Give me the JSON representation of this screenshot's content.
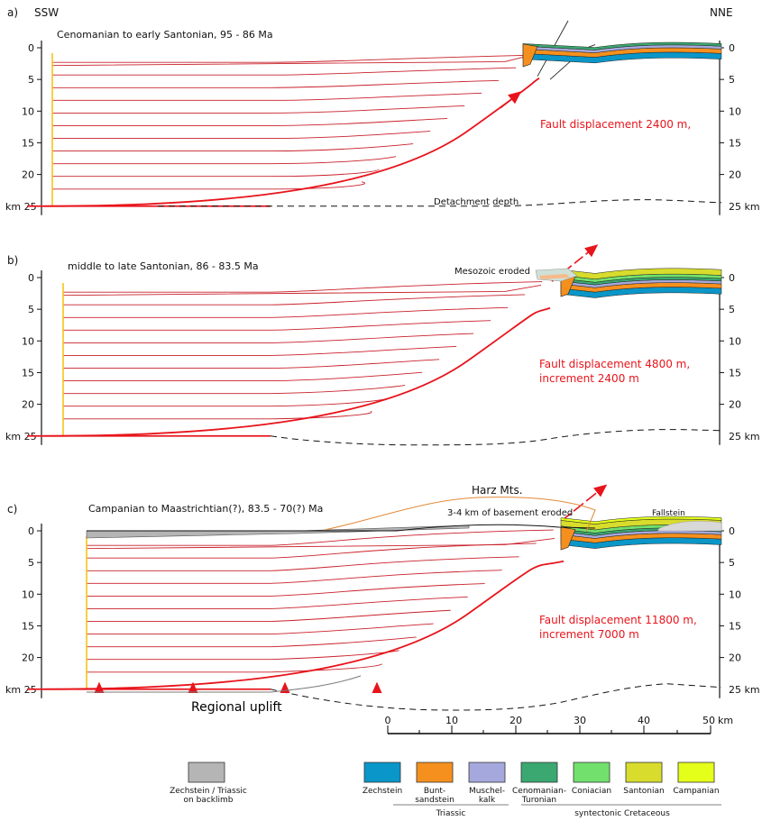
{
  "orientation": {
    "left": "SSW",
    "right": "NNE"
  },
  "panels": [
    {
      "letter": "a)",
      "title": "Cenomanian to early Santonian, 95 - 86 Ma",
      "fault_text": [
        "Fault displacement 2400 m,"
      ],
      "note": "Detachment depth"
    },
    {
      "letter": "b)",
      "title": "middle to late Santonian, 86 - 83.5 Ma",
      "fault_text": [
        "Fault displacement 4800 m,",
        "increment  2400 m"
      ],
      "note": "Mesozoic eroded"
    },
    {
      "letter": "c)",
      "title": "Campanian to Maastrichtian(?), 83.5 - 70(?) Ma",
      "fault_text": [
        "Fault displacement 11800 m,",
        "increment  7000 m"
      ],
      "note": "3-4 km of basement eroded",
      "harz": "Harz Mts.",
      "fallstein": "Fallstein",
      "uplift": "Regional uplift"
    }
  ],
  "depth_ticks": [
    "0",
    "5",
    "10",
    "15",
    "20"
  ],
  "depth_bottom": {
    "left": "km 25",
    "right": "25 km"
  },
  "scale": {
    "ticks": [
      "0",
      "10",
      "20",
      "30",
      "40"
    ],
    "last": "50",
    "unit": "km"
  },
  "legend": {
    "backlimb": {
      "label_lines": [
        "Zechstein / Triassic",
        "on backlimb"
      ],
      "color": "#b5b5b5"
    },
    "units": [
      {
        "lines": [
          "Zechstein"
        ],
        "color": "#0a96c8"
      },
      {
        "lines": [
          "Bunt-",
          "sandstein"
        ],
        "color": "#f5901e"
      },
      {
        "lines": [
          "Muschel-",
          "kalk"
        ],
        "color": "#a5a8dc"
      },
      {
        "lines": [
          "Cenomanian-",
          "Turonian"
        ],
        "color": "#3aa870"
      },
      {
        "lines": [
          "Coniacian"
        ],
        "color": "#72e06c"
      },
      {
        "lines": [
          "Santonian"
        ],
        "color": "#d8dc2c"
      },
      {
        "lines": [
          "Campanian"
        ],
        "color": "#e4ff1a"
      }
    ],
    "groups": {
      "triassic": "Triassic",
      "cretaceous": "syntectonic Cretaceous"
    }
  },
  "colors": {
    "fault": "#e8141b",
    "basement_lines": "#c8202a",
    "backlimb_yellow": "#f5c518"
  }
}
